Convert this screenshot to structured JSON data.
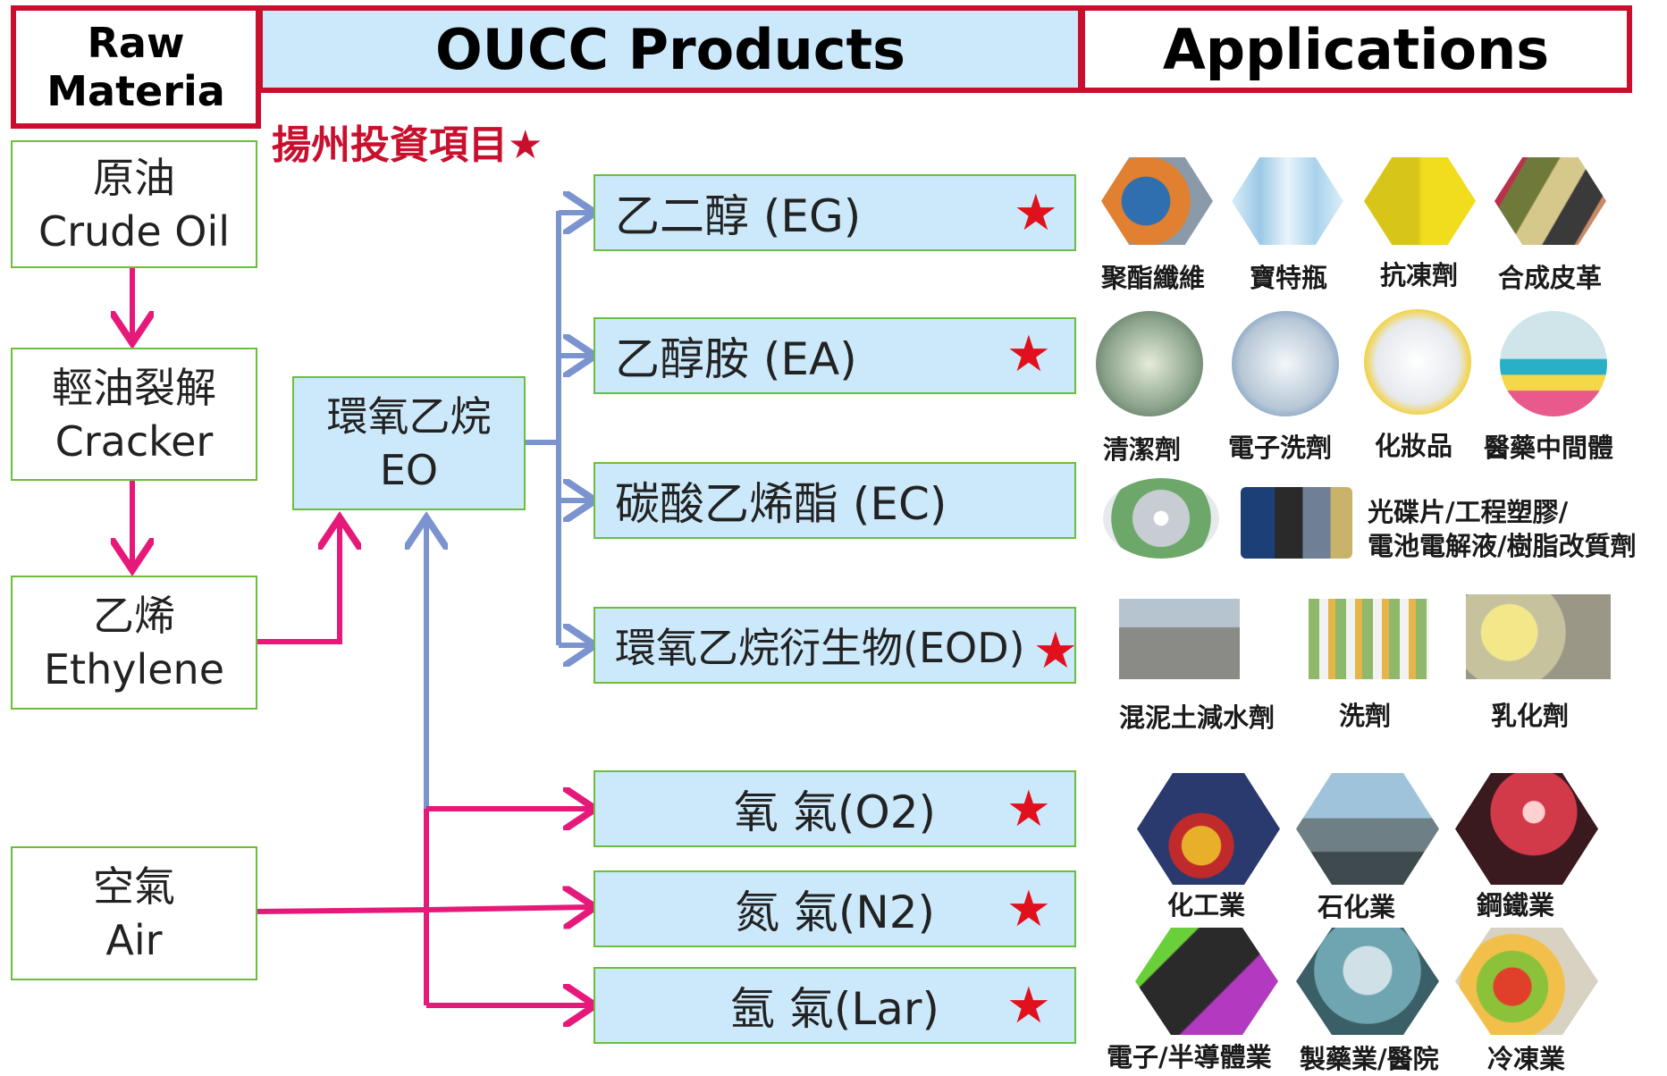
{
  "headers": {
    "raw_material": [
      "Raw",
      "Materia"
    ],
    "products": "OUCC Products",
    "applications": "Applications"
  },
  "yangzhou_label": "揚州投資項目★",
  "raw_materials": [
    {
      "zh": "原油",
      "en": "Crude Oil"
    },
    {
      "zh": "輕油裂解",
      "en": "Cracker"
    },
    {
      "zh": "乙烯",
      "en": "Ethylene"
    },
    {
      "zh": "空氣",
      "en": "Air"
    }
  ],
  "intermediate": {
    "zh": "環氧乙烷",
    "en": "EO"
  },
  "products": [
    {
      "label": "乙二醇 (EG)",
      "star": "★"
    },
    {
      "label": "乙醇胺 (EA)",
      "star": "★"
    },
    {
      "label": "碳酸乙烯酯 (EC)",
      "star": ""
    },
    {
      "label": "環氧乙烷衍生物(EOD)",
      "star": "★"
    },
    {
      "label": "氧 氣(O2)",
      "star": "★"
    },
    {
      "label": "氮 氣(N2)",
      "star": "★"
    },
    {
      "label": "氬 氣(Lar)",
      "star": "★"
    }
  ],
  "applications": {
    "eg": [
      "聚酯纖維",
      "寶特瓶",
      "抗凍劑",
      "合成皮革"
    ],
    "ea": [
      "清潔劑",
      "電子洗劑",
      "化妝品",
      "醫藥中間體"
    ],
    "ec": [
      "光碟片/工程塑膠/",
      "電池電解液/樹脂改質劑"
    ],
    "eod": [
      "混泥土減水劑",
      "洗劑",
      "乳化劑"
    ],
    "gas_row1": [
      "化工業",
      "石化業",
      "鋼鐵業"
    ],
    "gas_row2": [
      "電子/半導體業",
      "製藥業/醫院",
      "冷凍業"
    ]
  },
  "colors": {
    "header_border": "#c8102e",
    "box_border": "#6abf3a",
    "product_fill": "#cce9fb",
    "arrow_pink": "#e6197a",
    "arrow_blue": "#7b93cf",
    "star": "#e0101c"
  }
}
